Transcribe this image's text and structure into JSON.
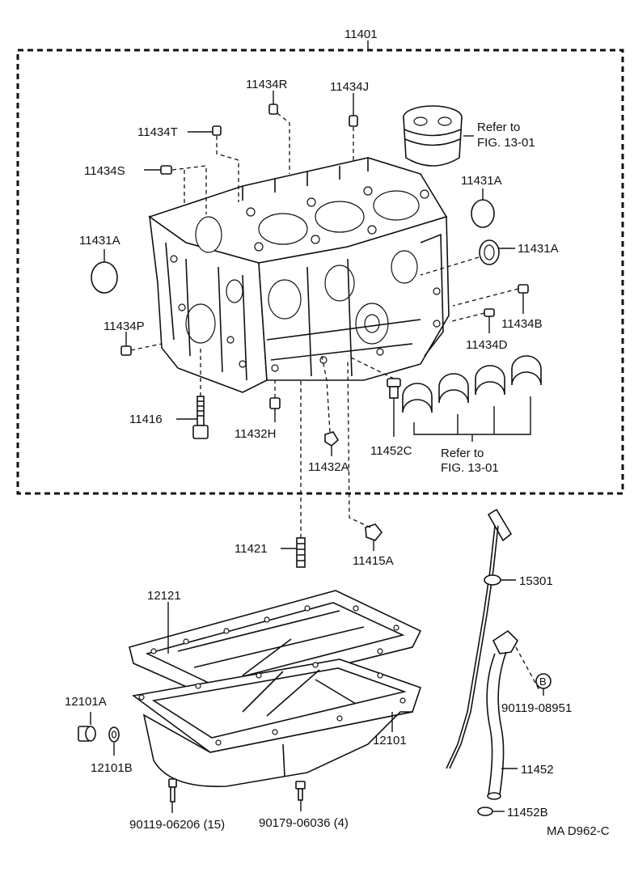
{
  "labels": {
    "l11401": "11401",
    "l11434R": "11434R",
    "l11434J": "11434J",
    "l11434T": "11434T",
    "l11434S": "11434S",
    "l11431A_top": "11431A",
    "l11431A_left": "11431A",
    "l11431A_right": "11431A",
    "l11434P": "11434P",
    "l11434B": "11434B",
    "l11434D": "11434D",
    "l11416": "11416",
    "l11432H": "11432H",
    "l11432A": "11432A",
    "l11452C": "11452C",
    "l11421": "11421",
    "l11415A": "11415A",
    "l15301": "15301",
    "l12121": "12121",
    "l12101A": "12101A",
    "l12101B": "12101B",
    "l12101": "12101",
    "l90119_08951": "90119-08951",
    "l11452": "11452",
    "l11452B": "11452B",
    "l90119_06206": "90119-06206 (15)",
    "l90179_06036": "90179-06036 (4)",
    "fig_code": "MA D962-C",
    "bolt_mark": "B"
  },
  "refer_piston": {
    "line1": "Refer to",
    "line2": "FIG. 13-01"
  },
  "refer_bearing": {
    "line1": "Refer to",
    "line2": "FIG. 13-01"
  }
}
